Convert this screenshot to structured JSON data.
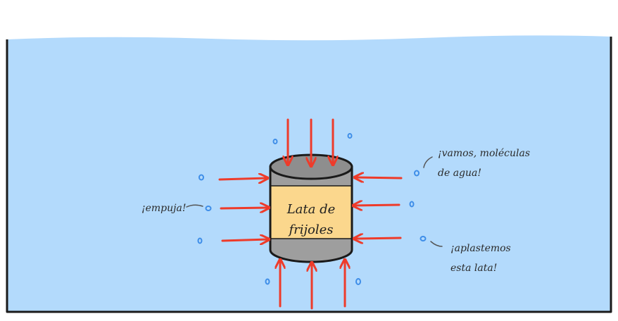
{
  "diagram": {
    "can_label_line1": "Lata de",
    "can_label_line2": "frijoles",
    "speech_left": "¡empuja!",
    "speech_right_top_line1": "¡vamos, moléculas",
    "speech_right_top_line2": "de agua!",
    "speech_right_bottom_line1": "¡aplastemos",
    "speech_right_bottom_line2": "esta lata!"
  },
  "colors": {
    "water": "#b3dafc",
    "arrow": "#ee3b2a",
    "can_body": "#9e9e9e",
    "can_label": "#fbd78d",
    "molecule": "#3f8ee8",
    "outline": "#1a1a1a"
  },
  "icons": [
    "water-molecule-icon",
    "pressure-arrow-icon",
    "bean-can-icon"
  ]
}
